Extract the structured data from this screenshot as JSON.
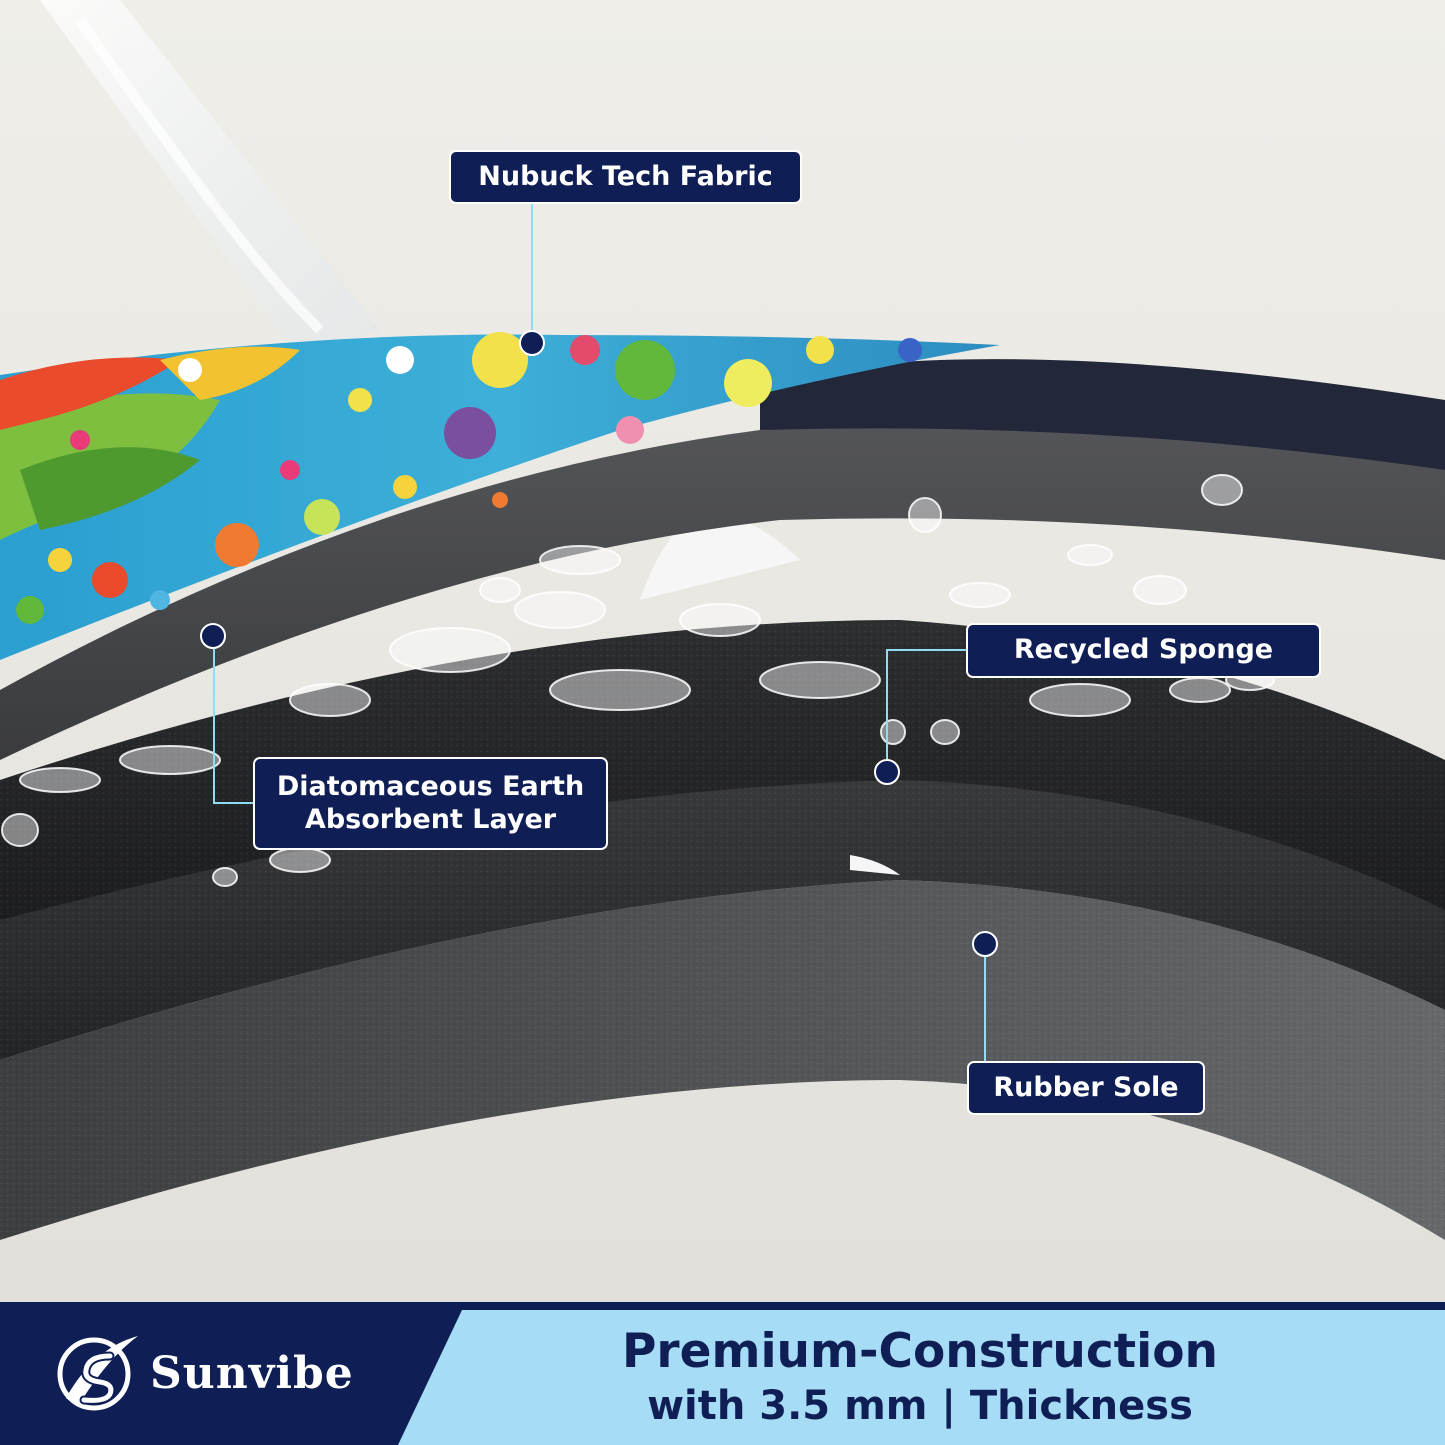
{
  "labels": {
    "top_fabric": "Nubuck Tech Fabric",
    "sponge": "Recycled Sponge",
    "earth_line1": "Diatomaceous Earth",
    "earth_line2": "Absorbent Layer",
    "sole": "Rubber Sole"
  },
  "footer": {
    "brand": "Sunvibe",
    "headline": "Premium-Construction",
    "subline": "with 3.5 mm | Thickness"
  },
  "colors": {
    "navy": "#0f1f55",
    "light_blue": "#a7dcf6",
    "background": "#e9e7e2",
    "leader_line": "#8fdcf4"
  },
  "icons": {
    "brand_logo": "sunvibe-s-orbit-logo"
  }
}
